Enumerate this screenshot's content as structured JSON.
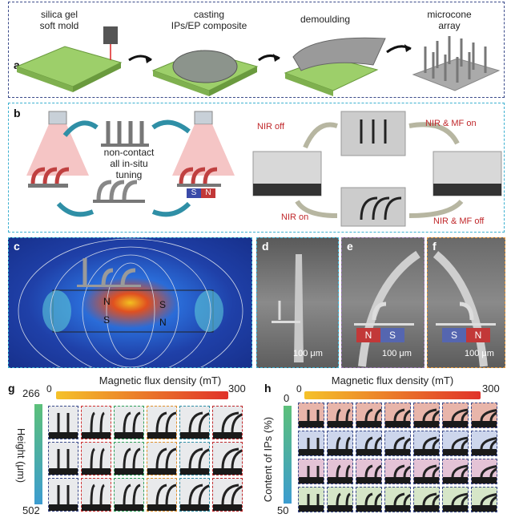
{
  "panel_a": {
    "label": "a",
    "step1": "silica gel\nsoft mold",
    "step2": "casting\nIPs/EP composite",
    "step3": "demoulding",
    "step4": "microcone\narray"
  },
  "panel_b": {
    "label": "b",
    "center_text": "non-contact\nall in-situ\ntuning",
    "magnet_s": "S",
    "magnet_n": "N",
    "nir_off": "NIR off",
    "nir_mf_on": "NIR & MF on",
    "nir_mf_off": "NIR & MF off",
    "nir_on": "NIR on"
  },
  "panel_c": {
    "label": "c",
    "n1": "N",
    "s1": "S",
    "s2": "S",
    "n2": "N"
  },
  "panel_d": {
    "label": "d",
    "scale": "100 μm"
  },
  "panel_e": {
    "label": "e",
    "scale": "100 μm",
    "n": "N",
    "s": "S"
  },
  "panel_f": {
    "label": "f",
    "scale": "100 μm",
    "s": "S",
    "n": "N"
  },
  "panel_g": {
    "label": "g",
    "axis_title": "Magnetic flux density (mT)",
    "x_start": "0",
    "x_end": "300",
    "y_title": "Height (μm)",
    "y_top": "266",
    "y_bottom": "502"
  },
  "panel_h": {
    "label": "h",
    "axis_title": "Magnetic flux density (mT)",
    "x_start": "0",
    "x_end": "300",
    "y_title": "Content of IPs (%)",
    "y_top": "0",
    "y_bottom": "50"
  },
  "colors": {
    "dash_a": "#3a4a8a",
    "dash_b": "#3cb0d0",
    "arrow_teal": "#2f8fa6",
    "red_text": "#c0282b",
    "green_mold": "#9dcf6a"
  }
}
